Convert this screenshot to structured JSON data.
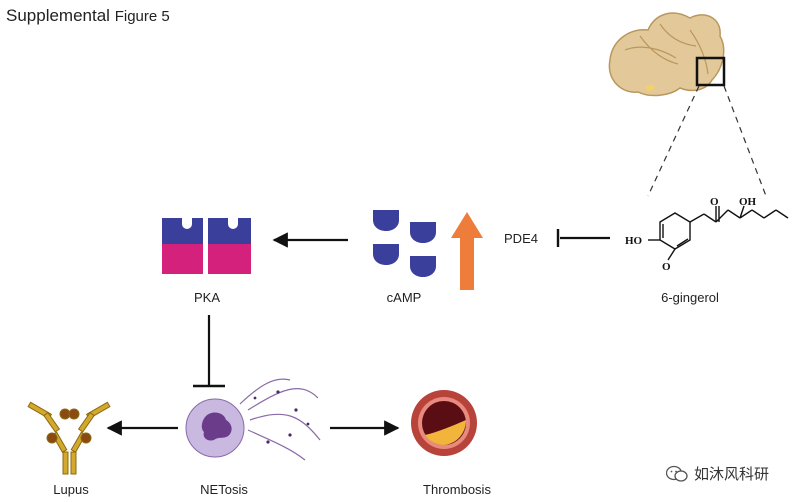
{
  "title": {
    "part1": "Supplemental",
    "part2": "Figure 5"
  },
  "nodes": {
    "pka": "PKA",
    "camp": "cAMP",
    "pde4": "PDE4",
    "gingerol": "6-gingerol",
    "lupus": "Lupus",
    "netosis": "NETosis",
    "thrombosis": "Thrombosis"
  },
  "molecule": {
    "oh_top": "OH",
    "o_top": "O",
    "ho_left": "HO",
    "o_methoxy": "O"
  },
  "watermark": "如沐风科研",
  "colors": {
    "pka_top": "#3b3f9c",
    "pka_bottom": "#d4217c",
    "camp": "#3b3f9c",
    "up_arrow": "#ee7d3c",
    "neutrophil": "#c9b8e0",
    "nucleus": "#6a3c8a",
    "antibody": "#d4a82c",
    "vessel_outer": "#b8433a",
    "vessel_inner": "#5a0d12",
    "clot": "#f3b43c"
  }
}
